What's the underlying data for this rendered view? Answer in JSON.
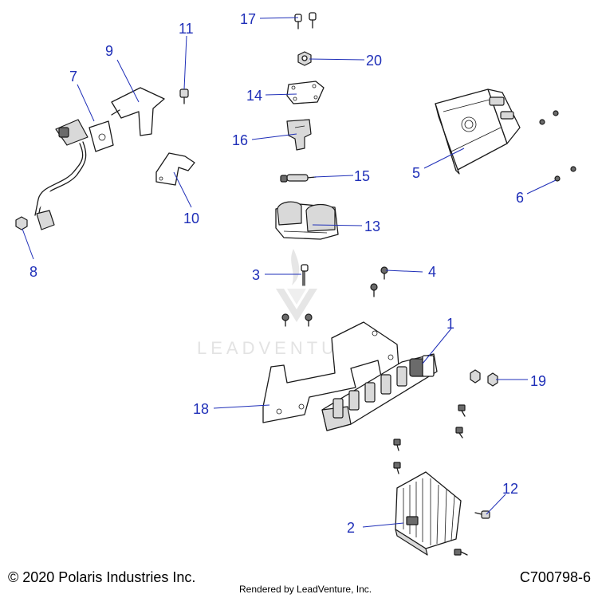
{
  "callouts": [
    {
      "id": "1",
      "label": "1"
    },
    {
      "id": "2",
      "label": "2"
    },
    {
      "id": "3",
      "label": "3"
    },
    {
      "id": "4",
      "label": "4"
    },
    {
      "id": "5",
      "label": "5"
    },
    {
      "id": "6",
      "label": "6"
    },
    {
      "id": "7",
      "label": "7"
    },
    {
      "id": "8",
      "label": "8"
    },
    {
      "id": "9",
      "label": "9"
    },
    {
      "id": "10",
      "label": "10"
    },
    {
      "id": "11",
      "label": "11"
    },
    {
      "id": "12",
      "label": "12"
    },
    {
      "id": "13",
      "label": "13"
    },
    {
      "id": "14",
      "label": "14"
    },
    {
      "id": "15",
      "label": "15"
    },
    {
      "id": "16",
      "label": "16"
    },
    {
      "id": "17",
      "label": "17"
    },
    {
      "id": "18",
      "label": "18"
    },
    {
      "id": "19",
      "label": "19"
    },
    {
      "id": "20",
      "label": "20"
    }
  ],
  "watermark": {
    "text": "LEADVENTURE"
  },
  "footer": {
    "copyright": "© 2020 Polaris Industries Inc.",
    "rendered_by": "Rendered by LeadVenture, Inc.",
    "drawing_number": "C700798-6"
  },
  "colors": {
    "callout": "#1f2fb8",
    "linework": "#1a1a1a",
    "watermark": "#e3e3e3"
  }
}
